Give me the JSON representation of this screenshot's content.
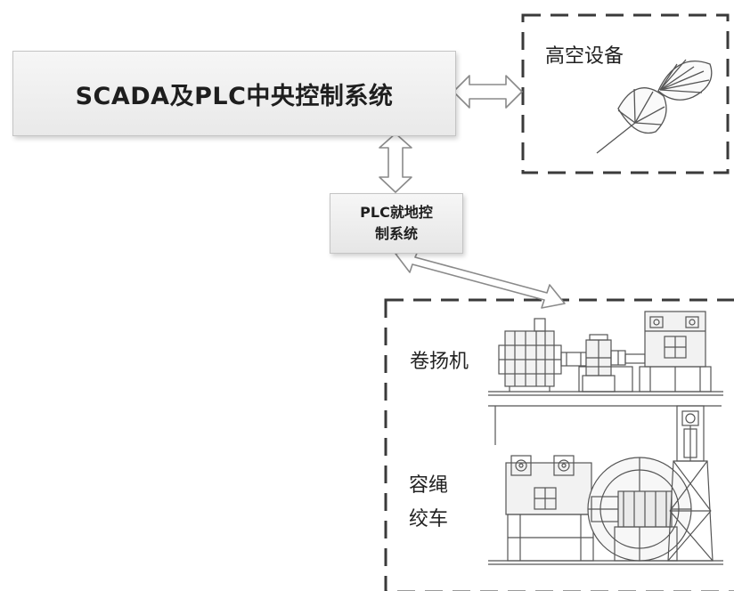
{
  "central_control": {
    "label": "SCADA及PLC中央控制系统"
  },
  "local_control": {
    "line1": "PLC就地控",
    "line2": "制系统"
  },
  "aerial_group": {
    "label": "高空设备",
    "icon": "radar-dish-icon"
  },
  "ground_group": {
    "winch_label": "卷扬机",
    "rope_winch_line1": "容绳",
    "rope_winch_line2": "绞车"
  },
  "colors": {
    "box_fill": "#eeeeee",
    "box_border": "#c4c4c4",
    "dashed_border": "#3a3a3a",
    "arrow_fill": "#ffffff",
    "arrow_stroke": "#8a8a8a",
    "machine_stroke": "#555555"
  }
}
